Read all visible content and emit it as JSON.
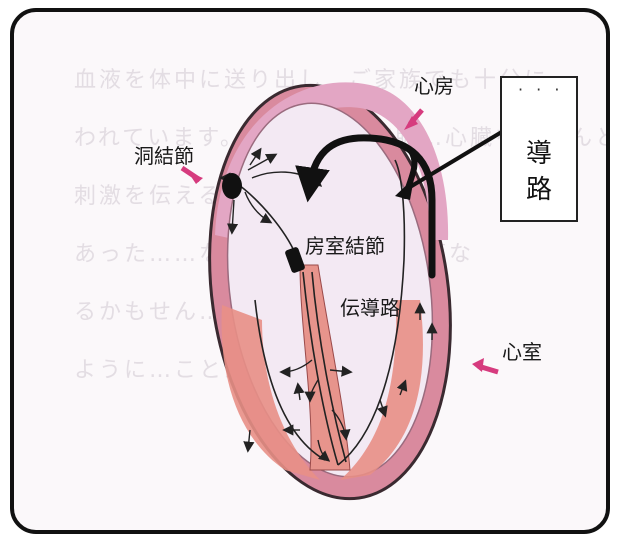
{
  "labels": {
    "atrium": "心房",
    "sinus_node": "洞結節",
    "av_node": "房室結節",
    "conduction_path": "伝導路",
    "ventricle": "心室"
  },
  "callout": {
    "text": "導\n路",
    "dots": "· · ·"
  },
  "background_text": "血液を体中に送り出し…ご家族でも十分に\nわれています。あるべき不整脈…心臓をきちんと\n刺激を伝える…ことを説明する\nあった……などがあり…房室結節な\nるかもせん…また…\nように…ことが"
}
